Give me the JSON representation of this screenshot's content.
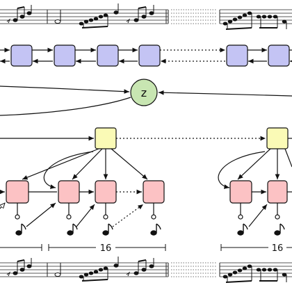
{
  "latent": {
    "label": "z"
  },
  "segment_labels": [
    "16",
    "16"
  ],
  "colors": {
    "encoder": "#c4c4f4",
    "latent": "#c8e6b2",
    "conductor": "#fafab6",
    "decoder": "#fcc2c4",
    "line": "#111111"
  },
  "icons": [
    "eighth-note-icon"
  ]
}
